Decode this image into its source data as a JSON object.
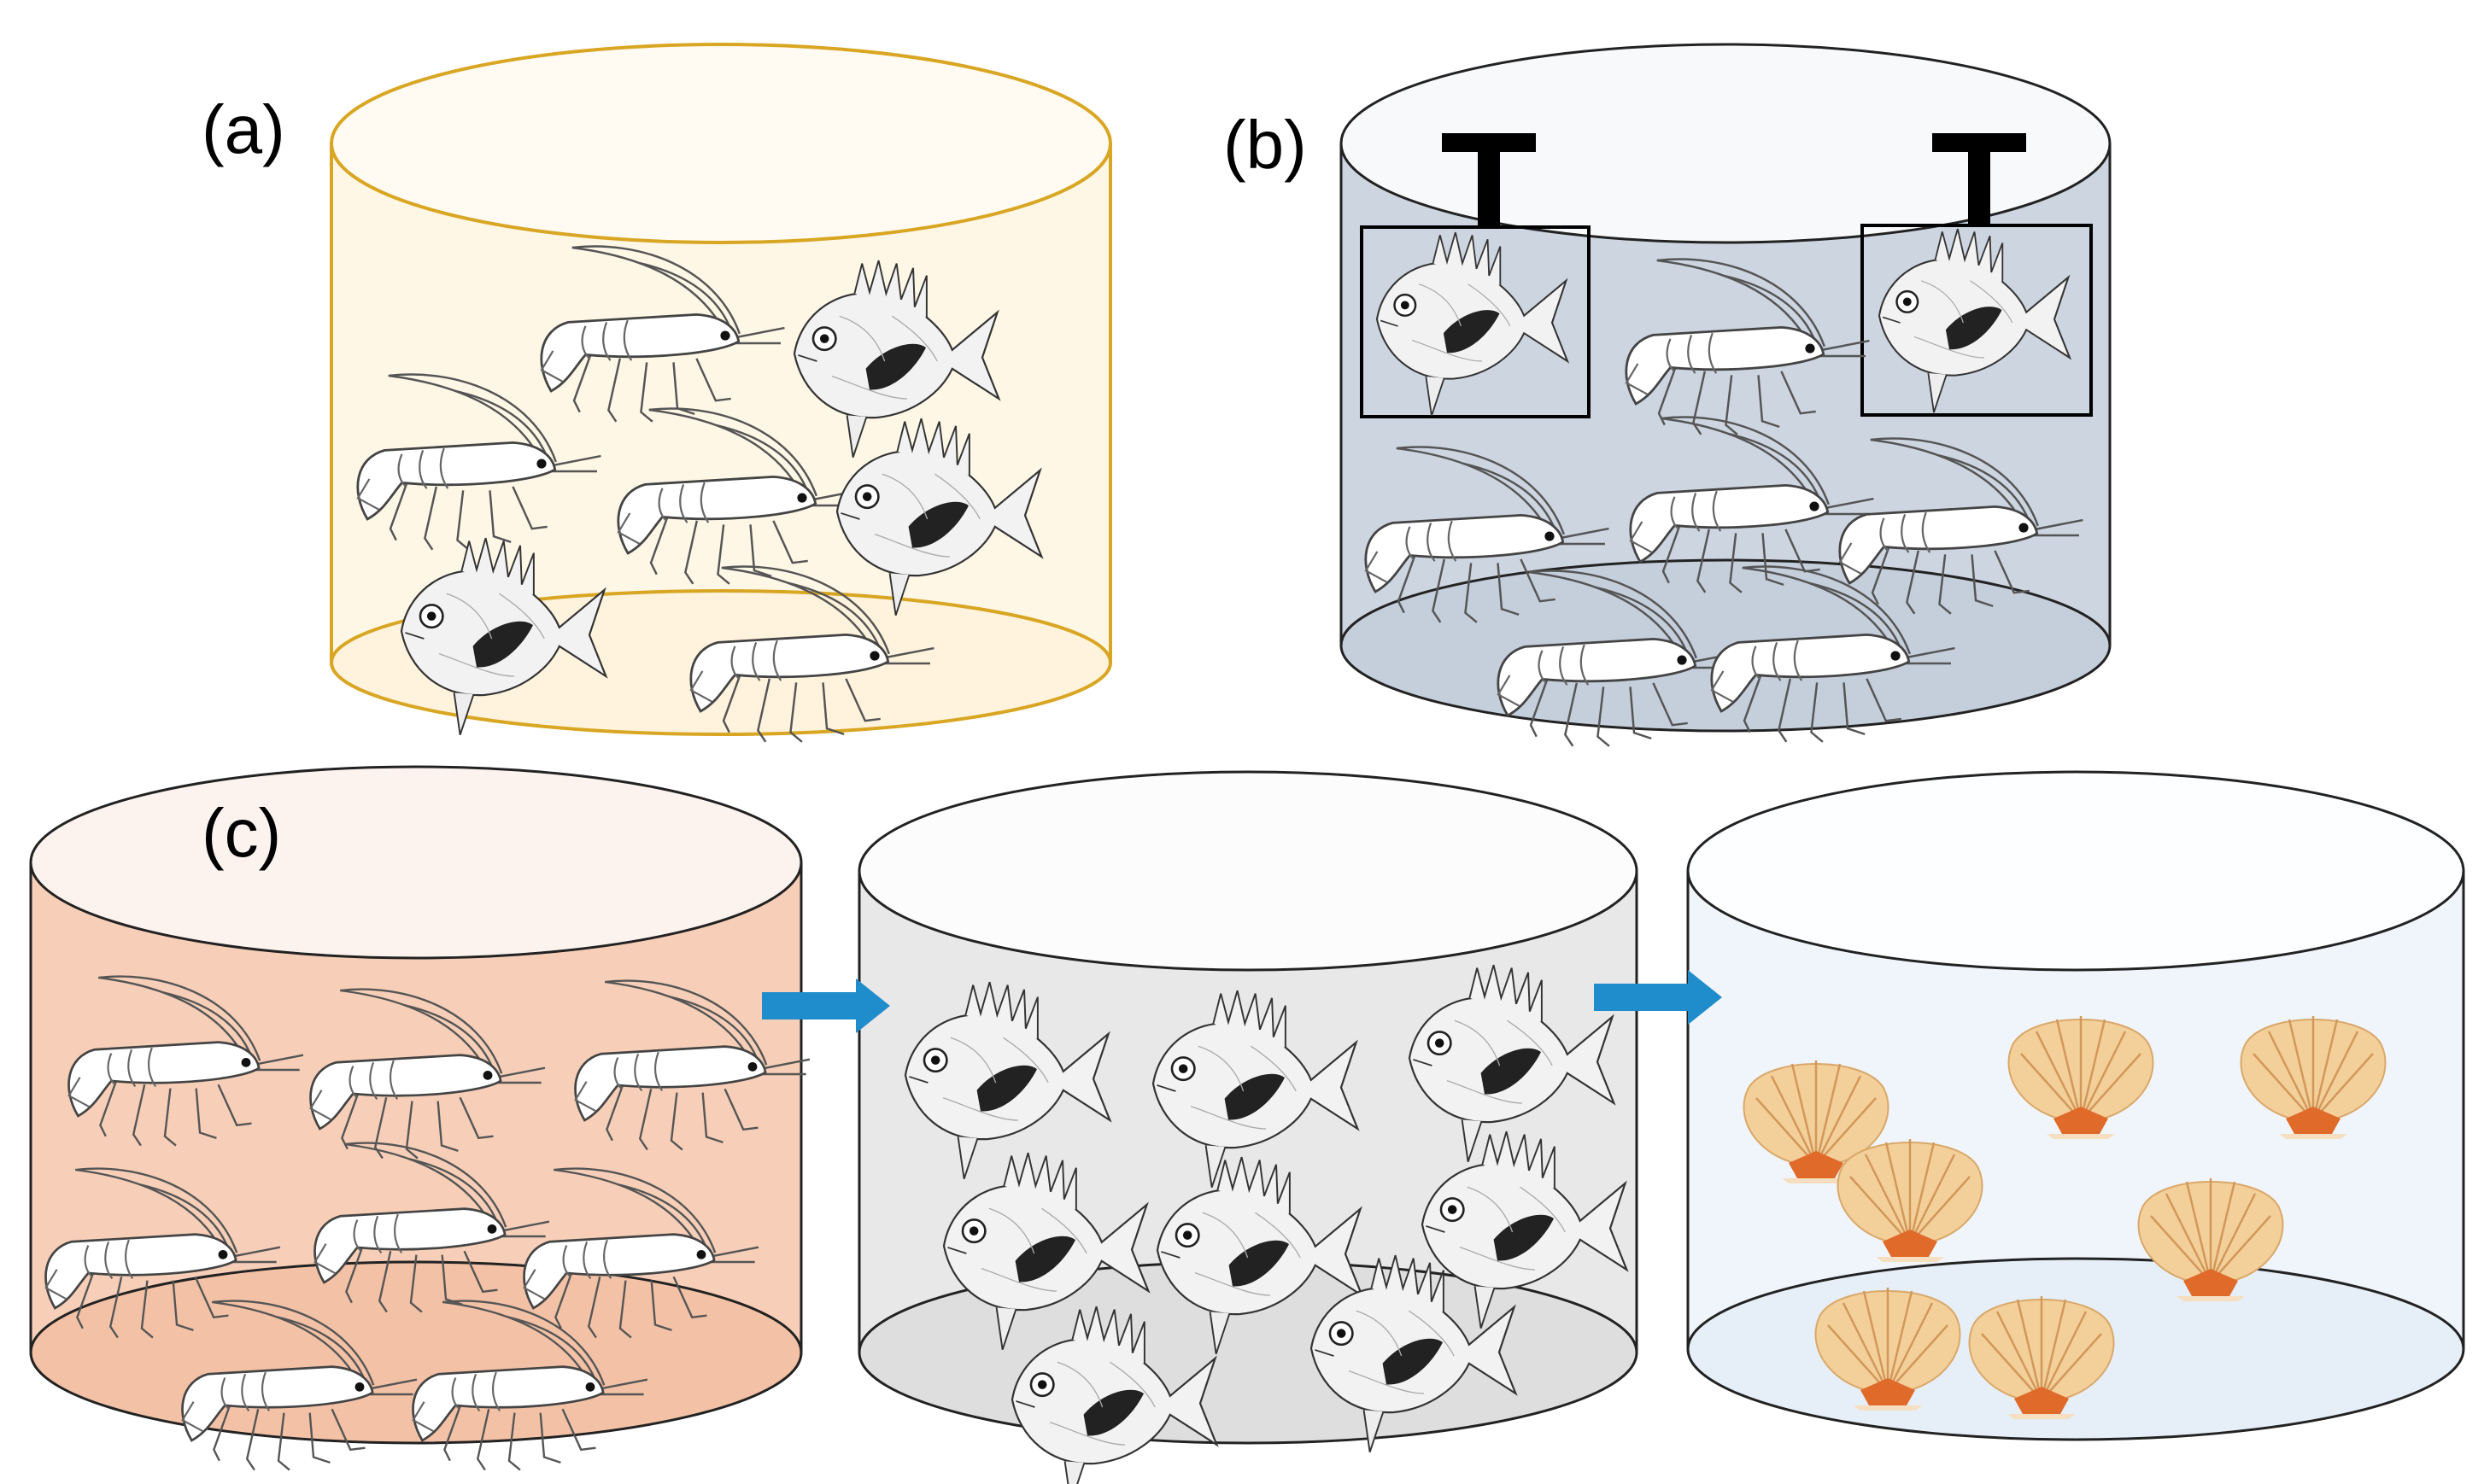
{
  "labels": {
    "a": "(a)",
    "b": "(b)",
    "c": "(c)"
  },
  "colors": {
    "tank_a_fill": "#fff7e6",
    "tank_a_top": "#fffbf2",
    "tank_a_stroke": "#d9a623",
    "tank_b_fill": "#cdd5e0",
    "tank_b_top": "#f8f9fb",
    "tank_c1_fill": "#f7cfb8",
    "tank_c1_top": "#fdf3ee",
    "tank_c2_fill": "#e8e8e8",
    "tank_c2_top": "#fcfcfc",
    "tank_c3_fill": "#f0f5fb",
    "tank_c3_top": "#fdfeff",
    "arrow": "#1f8ccc",
    "scallop_shell": "#f3cf9a",
    "scallop_hinge": "#e06a2a",
    "fish_fin_dark": "#222222"
  },
  "icons": {
    "shrimp": "shrimp-icon",
    "fish": "fish-icon",
    "scallop": "scallop-icon",
    "cage_hanger": "t-hanger-icon",
    "arrow": "right-arrow-icon"
  }
}
